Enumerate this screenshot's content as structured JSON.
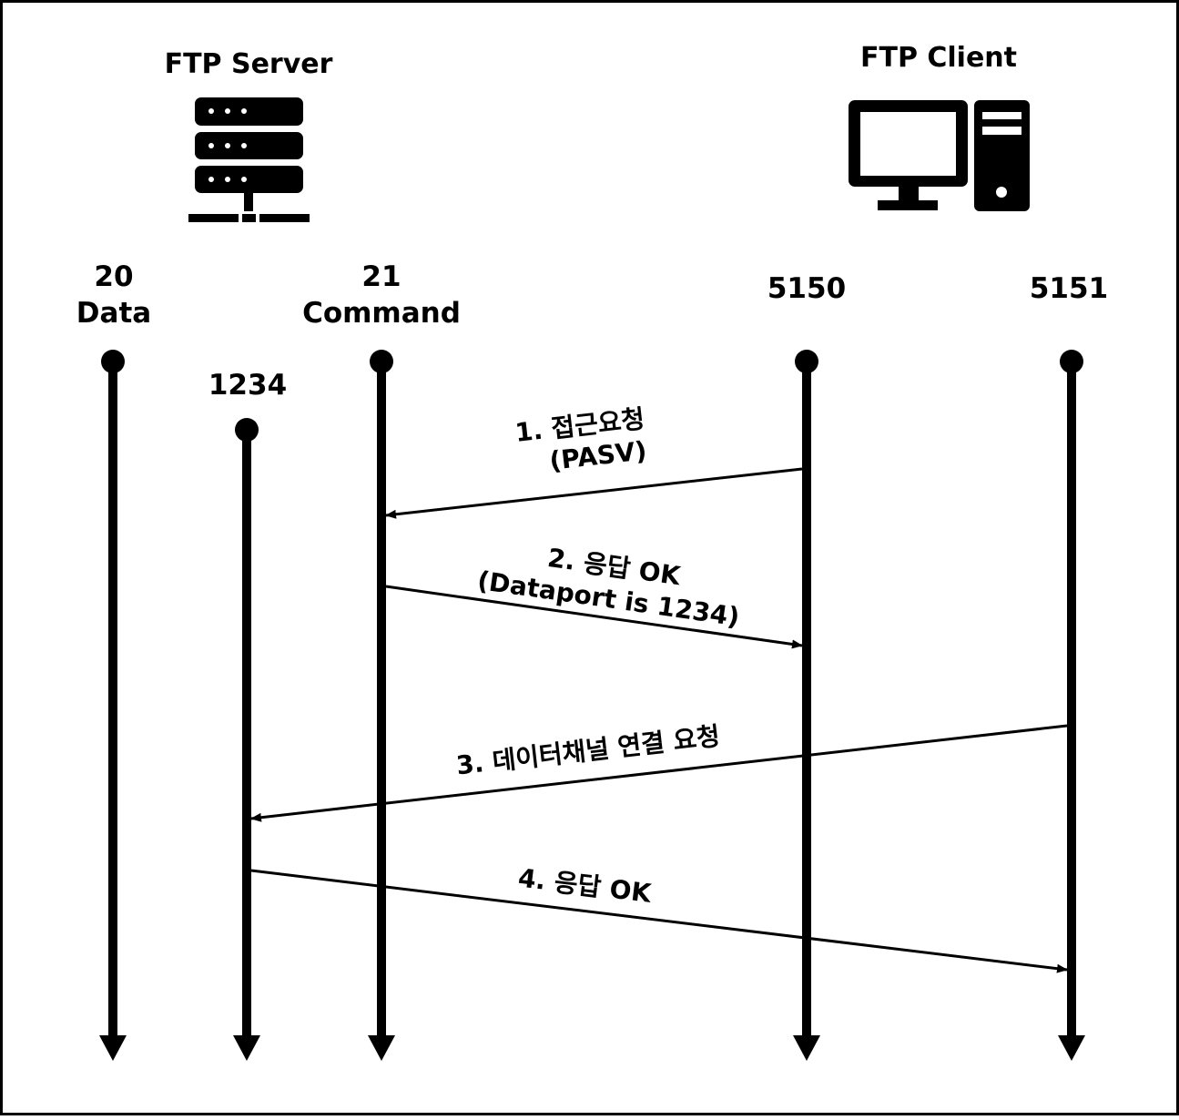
{
  "server": {
    "title": "FTP Server",
    "icon": "server-icon"
  },
  "client": {
    "title": "FTP Client",
    "icon": "desktop-computer-icon"
  },
  "lifelines": [
    {
      "id": "data20",
      "port": "20",
      "role": "Data"
    },
    {
      "id": "p1234",
      "port": "1234",
      "role": ""
    },
    {
      "id": "cmd21",
      "port": "21",
      "role": "Command"
    },
    {
      "id": "c5150",
      "port": "5150",
      "role": ""
    },
    {
      "id": "c5151",
      "port": "5151",
      "role": ""
    }
  ],
  "messages": [
    {
      "from": "c5150",
      "to": "cmd21",
      "line1": "1. 접근요청",
      "line2": "(PASV)"
    },
    {
      "from": "cmd21",
      "to": "c5150",
      "line1": "2. 응답 OK",
      "line2": "(Dataport is 1234)"
    },
    {
      "from": "c5151",
      "to": "p1234",
      "line1": "3. 데이터채널 연결 요청",
      "line2": ""
    },
    {
      "from": "p1234",
      "to": "c5151",
      "line1": "4. 응답 OK",
      "line2": ""
    }
  ]
}
